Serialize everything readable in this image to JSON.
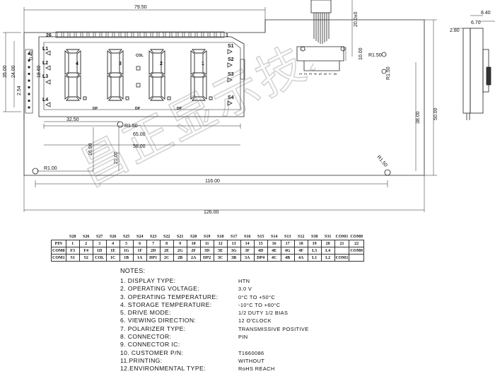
{
  "dimensions": {
    "width_top": "79.50",
    "height_outer": "35.00",
    "height_view": "24.00",
    "height_inner": "18.60",
    "dim_0_40": "0.40",
    "dim_2_54": "2.54",
    "dim_32_50": "32.50",
    "dim_65": "65.00",
    "dim_58": "58.00",
    "dim_16": "16.00",
    "dim_21": "21.00",
    "dim_116": "116.00",
    "dim_126": "126.00",
    "dim_38": "38.00",
    "dim_50": "50.00",
    "dim_20_0": "20.0±0",
    "dim_10": "10.00",
    "dim_2_80": "2.80",
    "dim_6_70": "6.70",
    "dim_8_40": "8.40",
    "r_1_50_a": "R1.50",
    "r_1_50_b": "R1.50",
    "r_1_50_c": "R1.50",
    "r_1_50_d": "R1.50",
    "r_1_00": "R1.00"
  },
  "lcd": {
    "top_label": "26",
    "top_right_label": "1",
    "side_left": [
      "L1",
      "L2",
      "L3",
      "L4"
    ],
    "side_right": [
      "S1",
      "S2",
      "S3",
      "S4"
    ],
    "digit_numbers": [
      "4",
      "3",
      "2",
      "1"
    ],
    "col_label": "COL",
    "bottom_labels": [
      "DP",
      "DP",
      "DP"
    ]
  },
  "connector": {
    "pin_numbers": [
      "1",
      "2",
      "3",
      "4",
      "5",
      "6",
      "7",
      "8"
    ]
  },
  "pin_table": {
    "header": [
      "S28",
      "S26",
      "S27",
      "S26",
      "S25",
      "S24",
      "S23",
      "S22",
      "S21",
      "S20",
      "S19",
      "S18",
      "S17",
      "S16",
      "S15",
      "S14",
      "S13",
      "S12",
      "S30",
      "S31",
      "COM1",
      "COM0"
    ],
    "pin_label": "PIN",
    "pins": [
      "1",
      "2",
      "3",
      "4",
      "5",
      "6",
      "7",
      "8",
      "9",
      "10",
      "11",
      "12",
      "13",
      "14",
      "15",
      "16",
      "17",
      "18",
      "19",
      "20",
      "21",
      "22"
    ],
    "com0_label": "COM0",
    "com0": [
      "F3",
      "F4",
      "1D",
      "1E",
      "1G",
      "1F",
      "2D",
      "2E",
      "2G",
      "2F",
      "3D",
      "3E",
      "3G",
      "3F",
      "4D",
      "4E",
      "4G",
      "4F",
      "L3",
      "L4",
      "",
      "COM0"
    ],
    "com1_label": "COM1",
    "com1": [
      "S1",
      "S2",
      "COL",
      "1C",
      "1B",
      "1A",
      "DP1",
      "2C",
      "2B",
      "2A",
      "DP2",
      "3C",
      "3B",
      "3A",
      "DP4",
      "4C",
      "4B",
      "4A",
      "L1",
      "L2",
      "COM1",
      ""
    ]
  },
  "notes": {
    "title": "NOTES:",
    "items": [
      {
        "label": "1. DISPLAY TYPE:",
        "value": "HTN"
      },
      {
        "label": "2. OPERATING VOLTAGE:",
        "value": "3.0 V"
      },
      {
        "label": "3. OPERATING TEMPERATURE:",
        "value": "0°C TO +50°C"
      },
      {
        "label": "4. STORAGE TEMPERATURE:",
        "value": "-10°C TO +60°C"
      },
      {
        "label": "5. DRIVE MODE:",
        "value": "1/2 DUTY 1/2 BIAS"
      },
      {
        "label": "6. VIEWING DIRECTION:",
        "value": "12 O'CLOCK"
      },
      {
        "label": "7. POLARIZER TYPE:",
        "value": "TRANSMISSIVE POSITIVE"
      },
      {
        "label": "8. CONNECTOR:",
        "value": "PIN"
      },
      {
        "label": "9. CONNECTOR IC:",
        "value": ""
      },
      {
        "label": "10. CUSTOMER P/N:",
        "value": "T1660086"
      },
      {
        "label": "11.PRINTING:",
        "value": "WITHOUT"
      },
      {
        "label": "12.ENVIRONMENTAL TYPE:",
        "value": "RoHS REACH"
      }
    ]
  },
  "watermark": {
    "text": "昌正显示技术"
  }
}
